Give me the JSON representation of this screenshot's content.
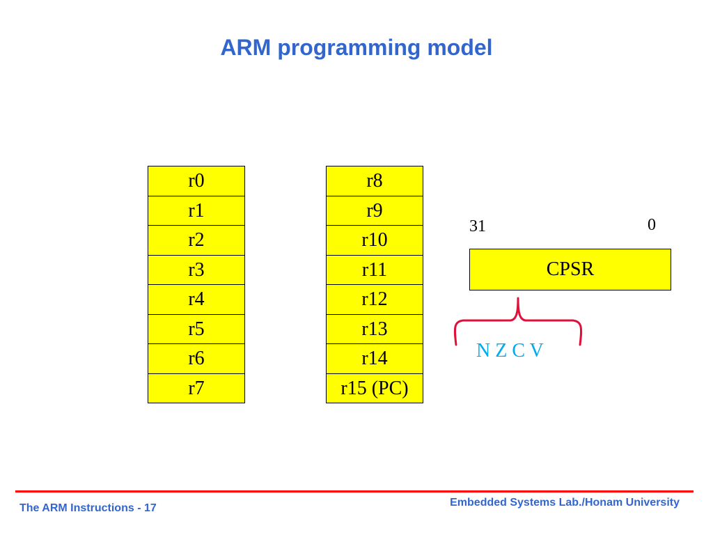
{
  "slide": {
    "title": "ARM programming model"
  },
  "registers": {
    "left": [
      "r0",
      "r1",
      "r2",
      "r3",
      "r4",
      "r5",
      "r6",
      "r7"
    ],
    "right": [
      "r8",
      "r9",
      "r10",
      "r11",
      "r12",
      "r13",
      "r14",
      "r15 (PC)"
    ]
  },
  "cpsr": {
    "high_bit": "31",
    "low_bit": "0",
    "label": "CPSR",
    "flags": "N Z C V"
  },
  "footer": {
    "left": "The ARM Instructions - 17",
    "right": "Embedded Systems Lab./Honam University"
  },
  "colors": {
    "title": "#3366cc",
    "register_fill": "#ffff00",
    "brace": "#e0103a",
    "flags": "#00aaee",
    "footer_rule": "#ff0000"
  }
}
